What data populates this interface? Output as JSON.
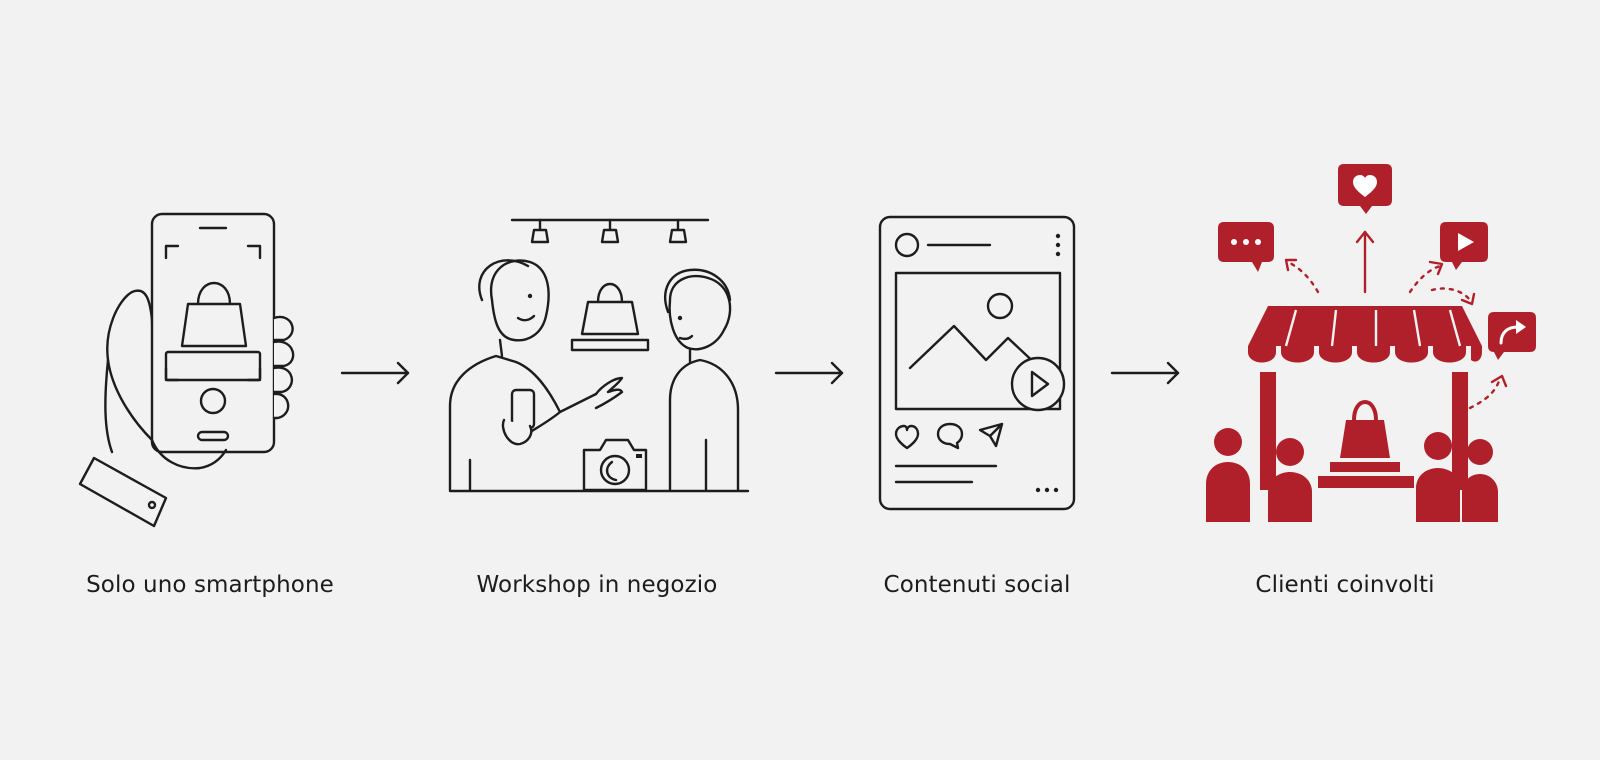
{
  "steps": [
    {
      "label": "Solo uno smartphone",
      "icon": "hand-smartphone-icon"
    },
    {
      "label": "Workshop in negozio",
      "icon": "in-store-workshop-icon"
    },
    {
      "label": "Contenuti social",
      "icon": "social-post-icon"
    },
    {
      "label": "Clienti coinvolti",
      "icon": "engaged-customers-store-icon"
    }
  ],
  "colors": {
    "background": "#f2f2f2",
    "line": "#1d1d1d",
    "accent": "#b0202a",
    "text": "#1c1c1c"
  }
}
